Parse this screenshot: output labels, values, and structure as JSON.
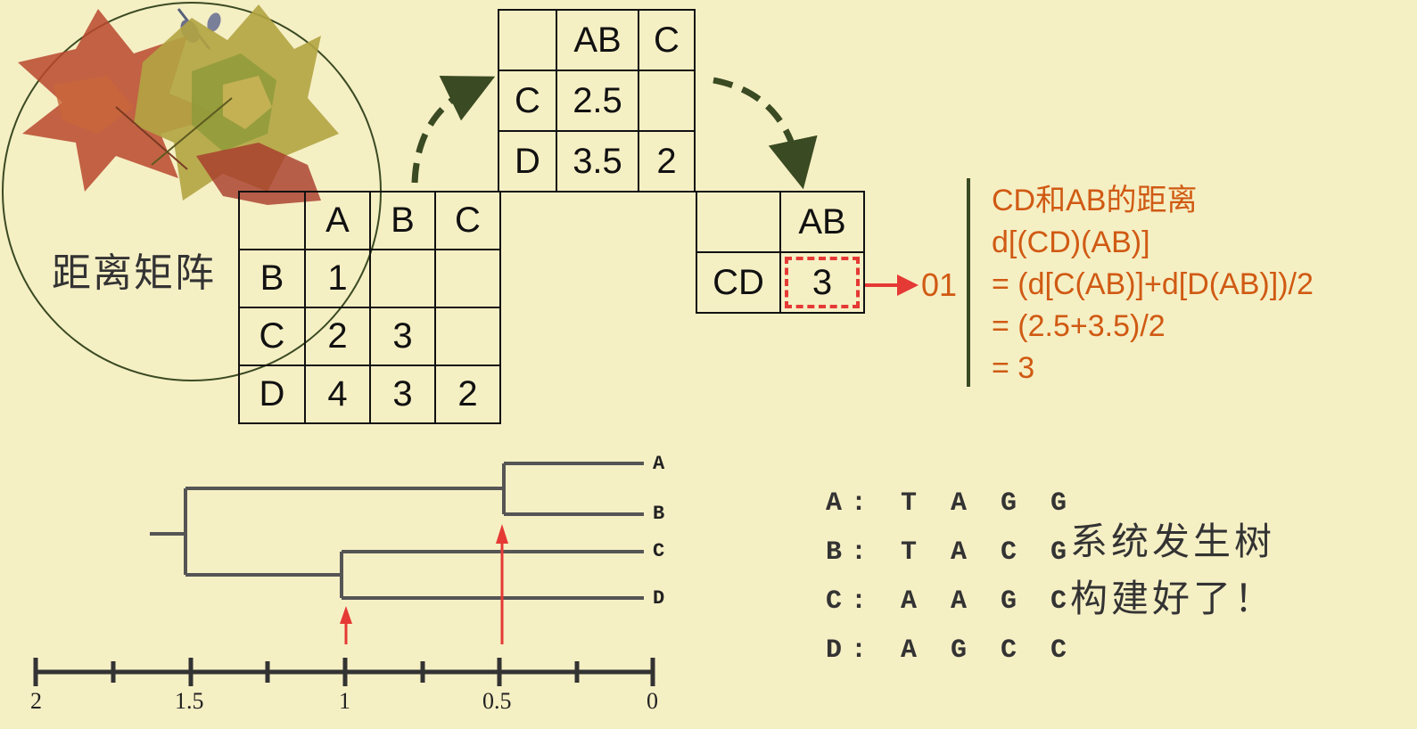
{
  "title": "距离矩阵",
  "matrix1": {
    "header": [
      "",
      "A",
      "B",
      "C"
    ],
    "rows": [
      [
        "B",
        "1",
        "",
        ""
      ],
      [
        "C",
        "2",
        "3",
        ""
      ],
      [
        "D",
        "4",
        "3",
        "2"
      ]
    ]
  },
  "matrix2": {
    "header": [
      "",
      "AB",
      "C"
    ],
    "rows": [
      [
        "C",
        "2.5",
        ""
      ],
      [
        "D",
        "3.5",
        "2"
      ]
    ]
  },
  "matrix3": {
    "header": [
      "",
      "AB"
    ],
    "rows": [
      [
        "CD",
        "3"
      ]
    ]
  },
  "pointer_label": "01",
  "formula": {
    "line1": "CD和AB的距离",
    "line2": "d[(CD)(AB)]",
    "line3": "= (d[C(AB)]+d[D(AB)])/2",
    "line4": "= (2.5+3.5)/2",
    "line5": "= 3"
  },
  "tree": {
    "leaves": [
      "A",
      "B",
      "C",
      "D"
    ],
    "axis_ticks": [
      "2",
      "1.5",
      "1",
      "0.5",
      "0"
    ]
  },
  "sequences": [
    {
      "label": "A:",
      "seq": "T A G G"
    },
    {
      "label": "B:",
      "seq": "T A C G"
    },
    {
      "label": "C:",
      "seq": "A A G C"
    },
    {
      "label": "D:",
      "seq": "A G C C"
    }
  ],
  "note": {
    "line1": "系统发生树",
    "line2": "构建好了！"
  },
  "colors": {
    "background": "#f5efc4",
    "accent_orange": "#d05a13",
    "highlight_red": "#e53935",
    "arrow_green": "#3a4a22"
  }
}
